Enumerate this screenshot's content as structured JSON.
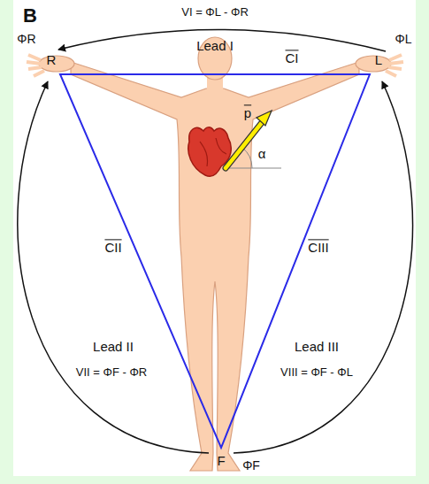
{
  "diagram": {
    "labels": [
      "B",
      "VI = ΦL - ΦR",
      "Lead I",
      "ΦR",
      "R",
      "ΦL",
      "L",
      "CI",
      "p",
      "α",
      "CII",
      "CIII",
      "Lead II",
      "VII = ΦF - ΦR",
      "Lead III",
      "VIII = ΦF - ΦL",
      "F",
      "ΦF"
    ]
  }
}
